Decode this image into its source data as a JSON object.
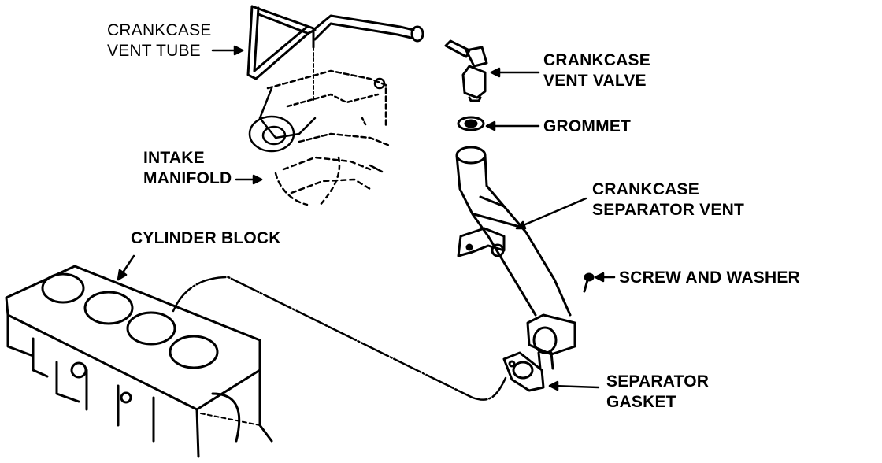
{
  "diagram": {
    "labels": {
      "crankcase_vent_tube": [
        "CRANKCASE",
        "VENT TUBE"
      ],
      "intake_manifold": [
        "INTAKE",
        "MANIFOLD"
      ],
      "cylinder_block": [
        "CYLINDER BLOCK"
      ],
      "crankcase_vent_valve": [
        "CRANKCASE",
        "VENT VALVE"
      ],
      "grommet": [
        "GROMMET"
      ],
      "crankcase_separator_vent": [
        "CRANKCASE",
        "SEPARATOR VENT"
      ],
      "screw_and_washer": [
        "SCREW AND WASHER"
      ],
      "separator_gasket": [
        "SEPARATOR",
        "GASKET"
      ]
    }
  }
}
